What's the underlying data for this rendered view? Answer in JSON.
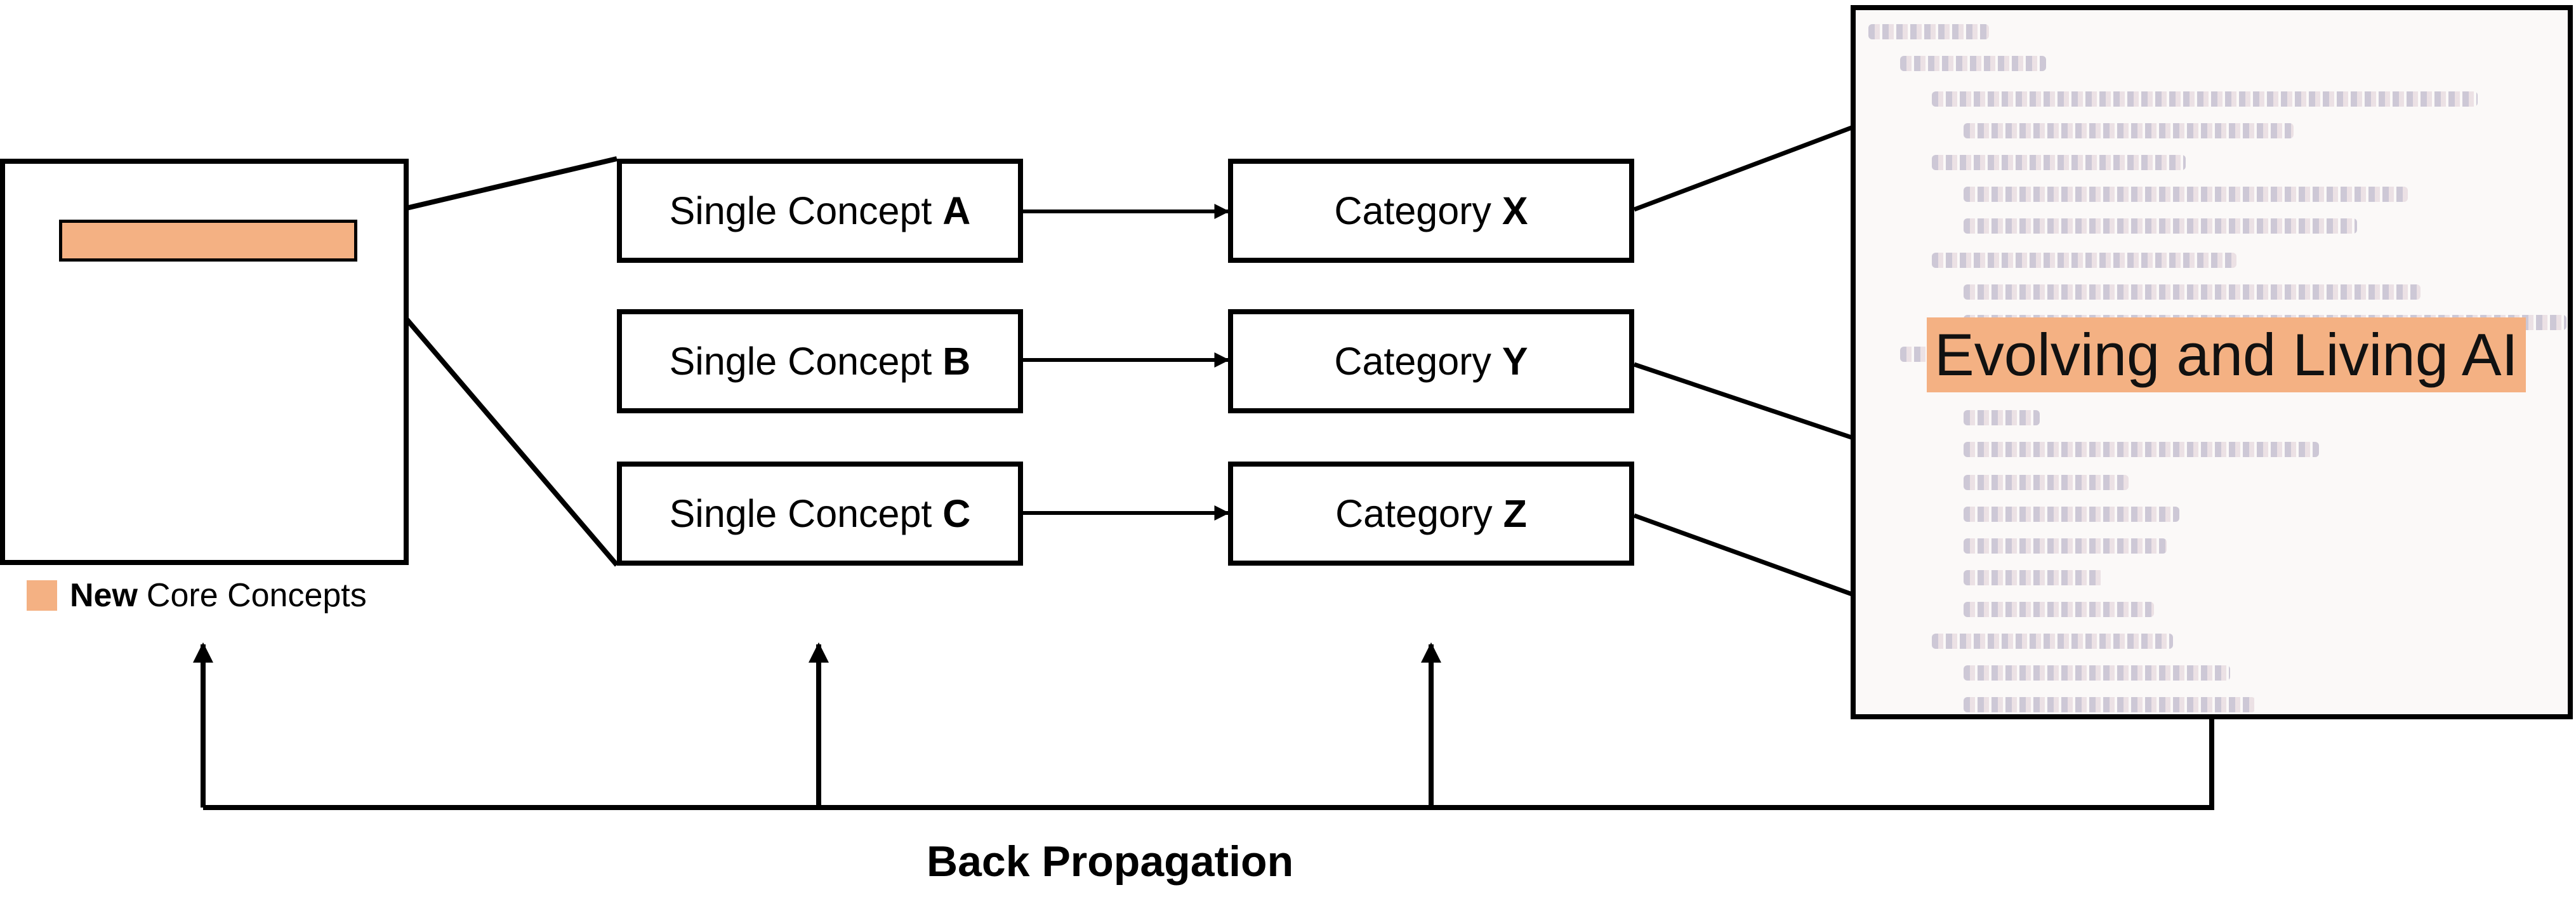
{
  "legend": {
    "bold": "New",
    "rest": "Core Concepts"
  },
  "concepts": [
    {
      "prefix": "Single Concept ",
      "letter": "A"
    },
    {
      "prefix": "Single Concept ",
      "letter": "B"
    },
    {
      "prefix": "Single Concept ",
      "letter": "C"
    }
  ],
  "categories": [
    {
      "prefix": "Category ",
      "letter": "X"
    },
    {
      "prefix": "Category ",
      "letter": "Y"
    },
    {
      "prefix": "Category ",
      "letter": "Z"
    }
  ],
  "overlay_label": "Evolving and Living AI",
  "back_propagation_label": "Back Propagation",
  "colors": {
    "highlight": "#f4b183",
    "stroke": "#000000"
  }
}
